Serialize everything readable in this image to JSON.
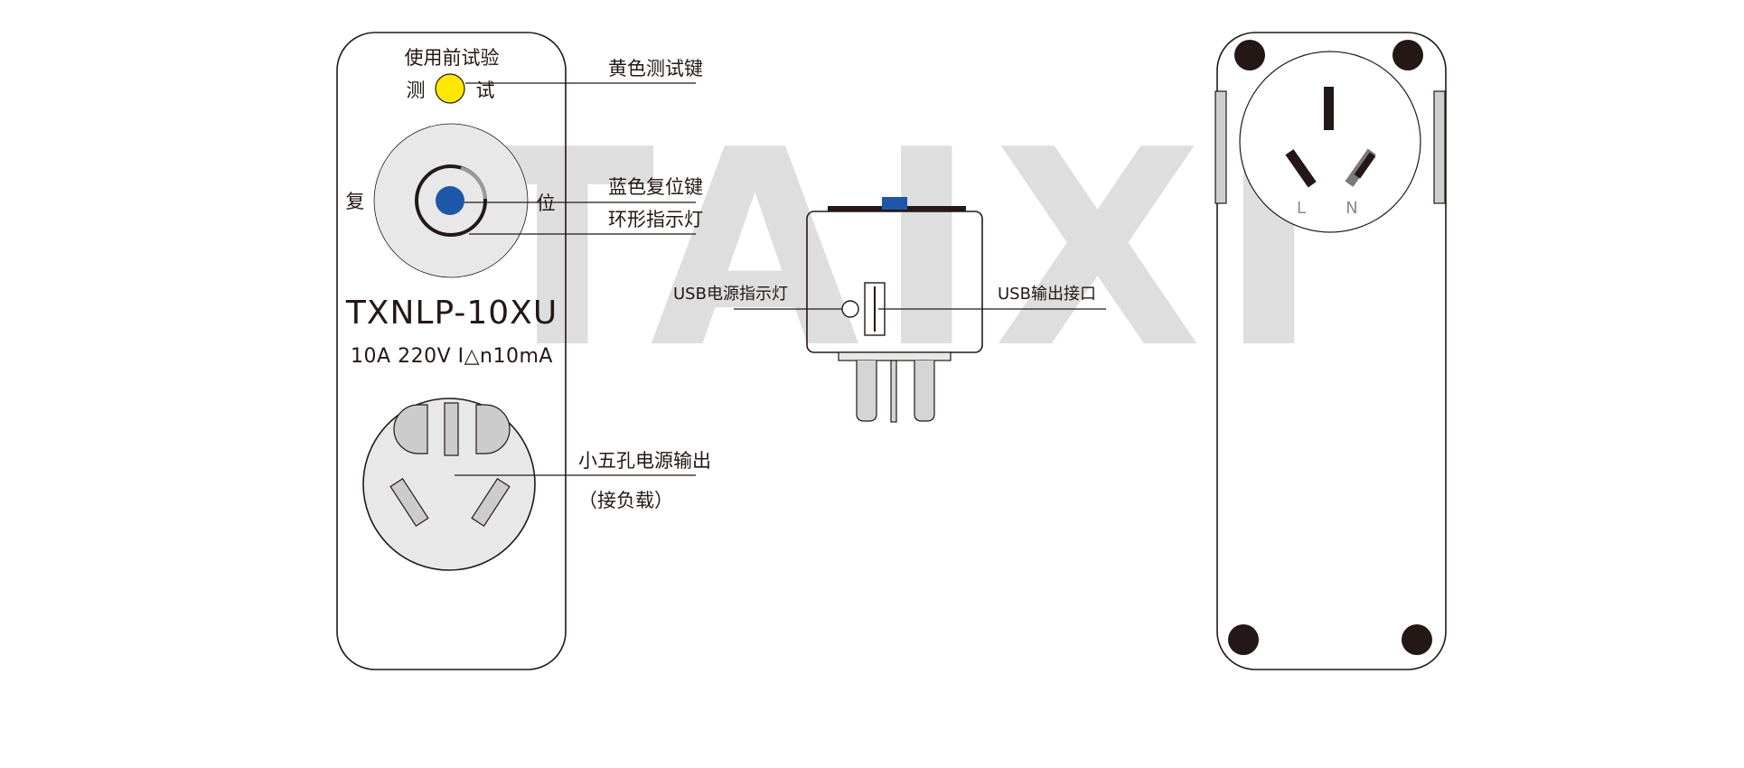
{
  "watermark": "TAIXI",
  "front": {
    "test_title": "使用前试验",
    "test_left": "测",
    "test_right": "试",
    "reset_left": "复",
    "reset_right": "位",
    "model": "TXNLP-10XU",
    "spec": "10A  220V  I△n10mA"
  },
  "callouts": {
    "yellow_test_key": "黄色测试键",
    "blue_reset_key": "蓝色复位键",
    "ring_indicator": "环形指示灯",
    "socket_output_line1": "小五孔电源输出",
    "socket_output_line2": "（接负载）",
    "usb_power_indicator": "USB电源指示灯",
    "usb_output_port": "USB输出接口"
  },
  "back": {
    "pin_l": "L",
    "pin_n": "N"
  },
  "colors": {
    "yellow_button": "#ffe800",
    "blue_button": "#1f57a8",
    "line": "#231815",
    "grey_fill": "#e8e8e8"
  }
}
